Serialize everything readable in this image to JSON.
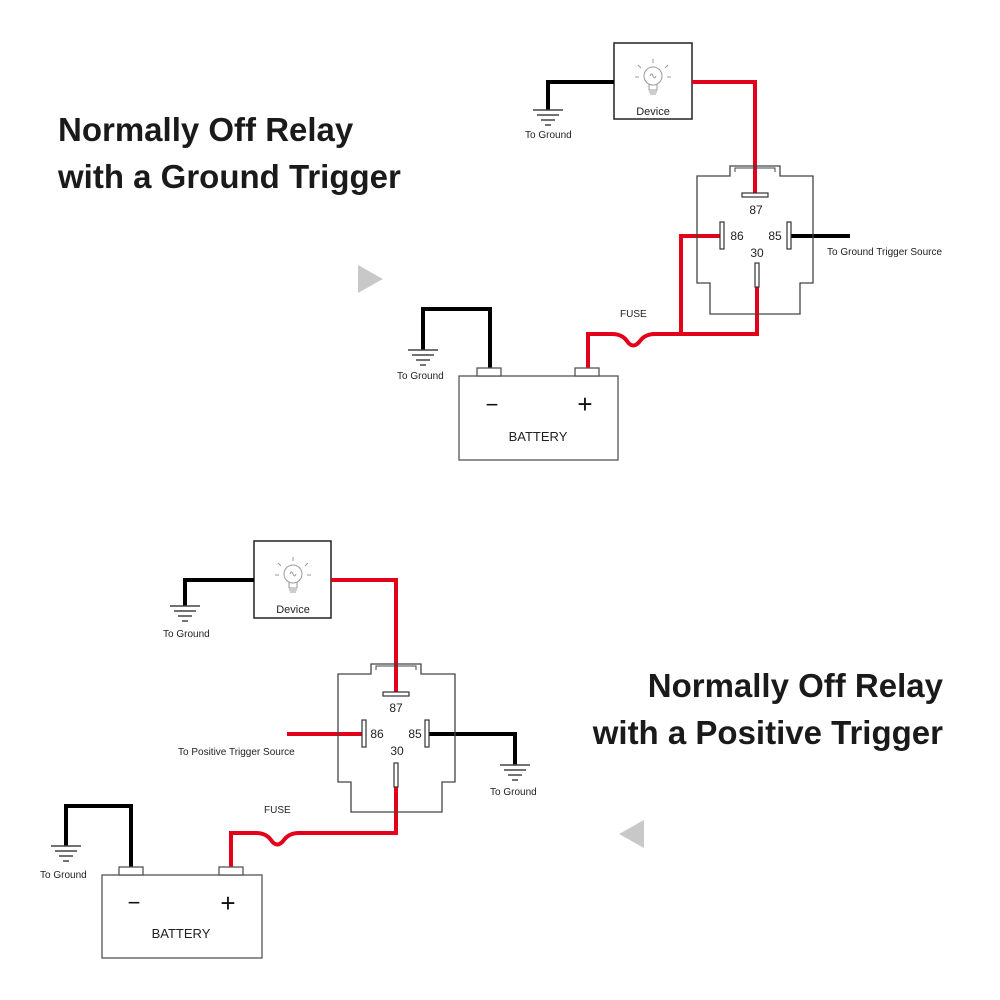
{
  "colors": {
    "power_wire": "#e2001a",
    "ground_wire": "#000000",
    "outline": "#555555",
    "arrow": "#c8c8c8",
    "text": "#1a1a1a"
  },
  "diagrams": [
    {
      "title": [
        "Normally Off Relay",
        "with a Ground Trigger"
      ],
      "device_label": "Device",
      "relay_pins": [
        "87",
        "86",
        "85",
        "30"
      ],
      "fuse_label": "FUSE",
      "battery_label": "BATTERY",
      "battery_negative": "−",
      "battery_positive": "+",
      "device_ground_label": "To Ground",
      "battery_ground_label": "To Ground",
      "trigger_label": "To Ground Trigger Source",
      "arrow_icon": "arrow-right-icon"
    },
    {
      "title": [
        "Normally Off Relay",
        "with a Positive Trigger"
      ],
      "device_label": "Device",
      "relay_pins": [
        "87",
        "86",
        "85",
        "30"
      ],
      "fuse_label": "FUSE",
      "battery_label": "BATTERY",
      "battery_negative": "−",
      "battery_positive": "+",
      "device_ground_label": "To Ground",
      "battery_ground_label": "To Ground",
      "trigger_label": "To Positive Trigger Source",
      "pin85_ground_label": "To Ground",
      "arrow_icon": "arrow-left-icon"
    }
  ]
}
